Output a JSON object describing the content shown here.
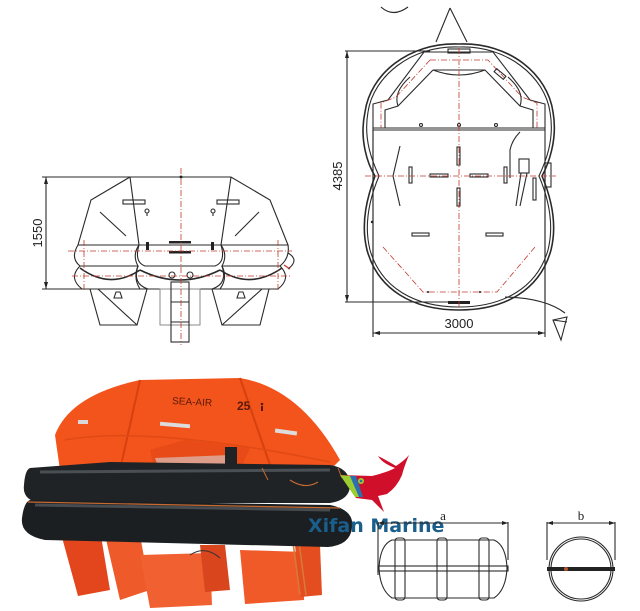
{
  "side_view": {
    "height_dimension": "1550",
    "dimension_unit": "mm"
  },
  "top_view": {
    "length_dimension": "4385",
    "width_dimension": "3000",
    "dimension_unit": "mm"
  },
  "photo": {
    "canopy_brand_text": "SEA-AIR",
    "capacity_text": "25",
    "capacity_symbol": "person-icon",
    "colors": {
      "canopy": "#f2541b",
      "tubes": "#1f2326",
      "ballast_bags": "#ee5a2a"
    }
  },
  "watermark": {
    "company_name": "Xifan Marine",
    "logo_icon": "whale-icon",
    "colors": {
      "whale": "#d0102a",
      "text": "#1a5e8c",
      "stripe_green": "#9acd32",
      "stripe_blue": "#2a6fb0"
    }
  },
  "container_drawings": {
    "length_label": "a",
    "diameter_label": "b"
  }
}
